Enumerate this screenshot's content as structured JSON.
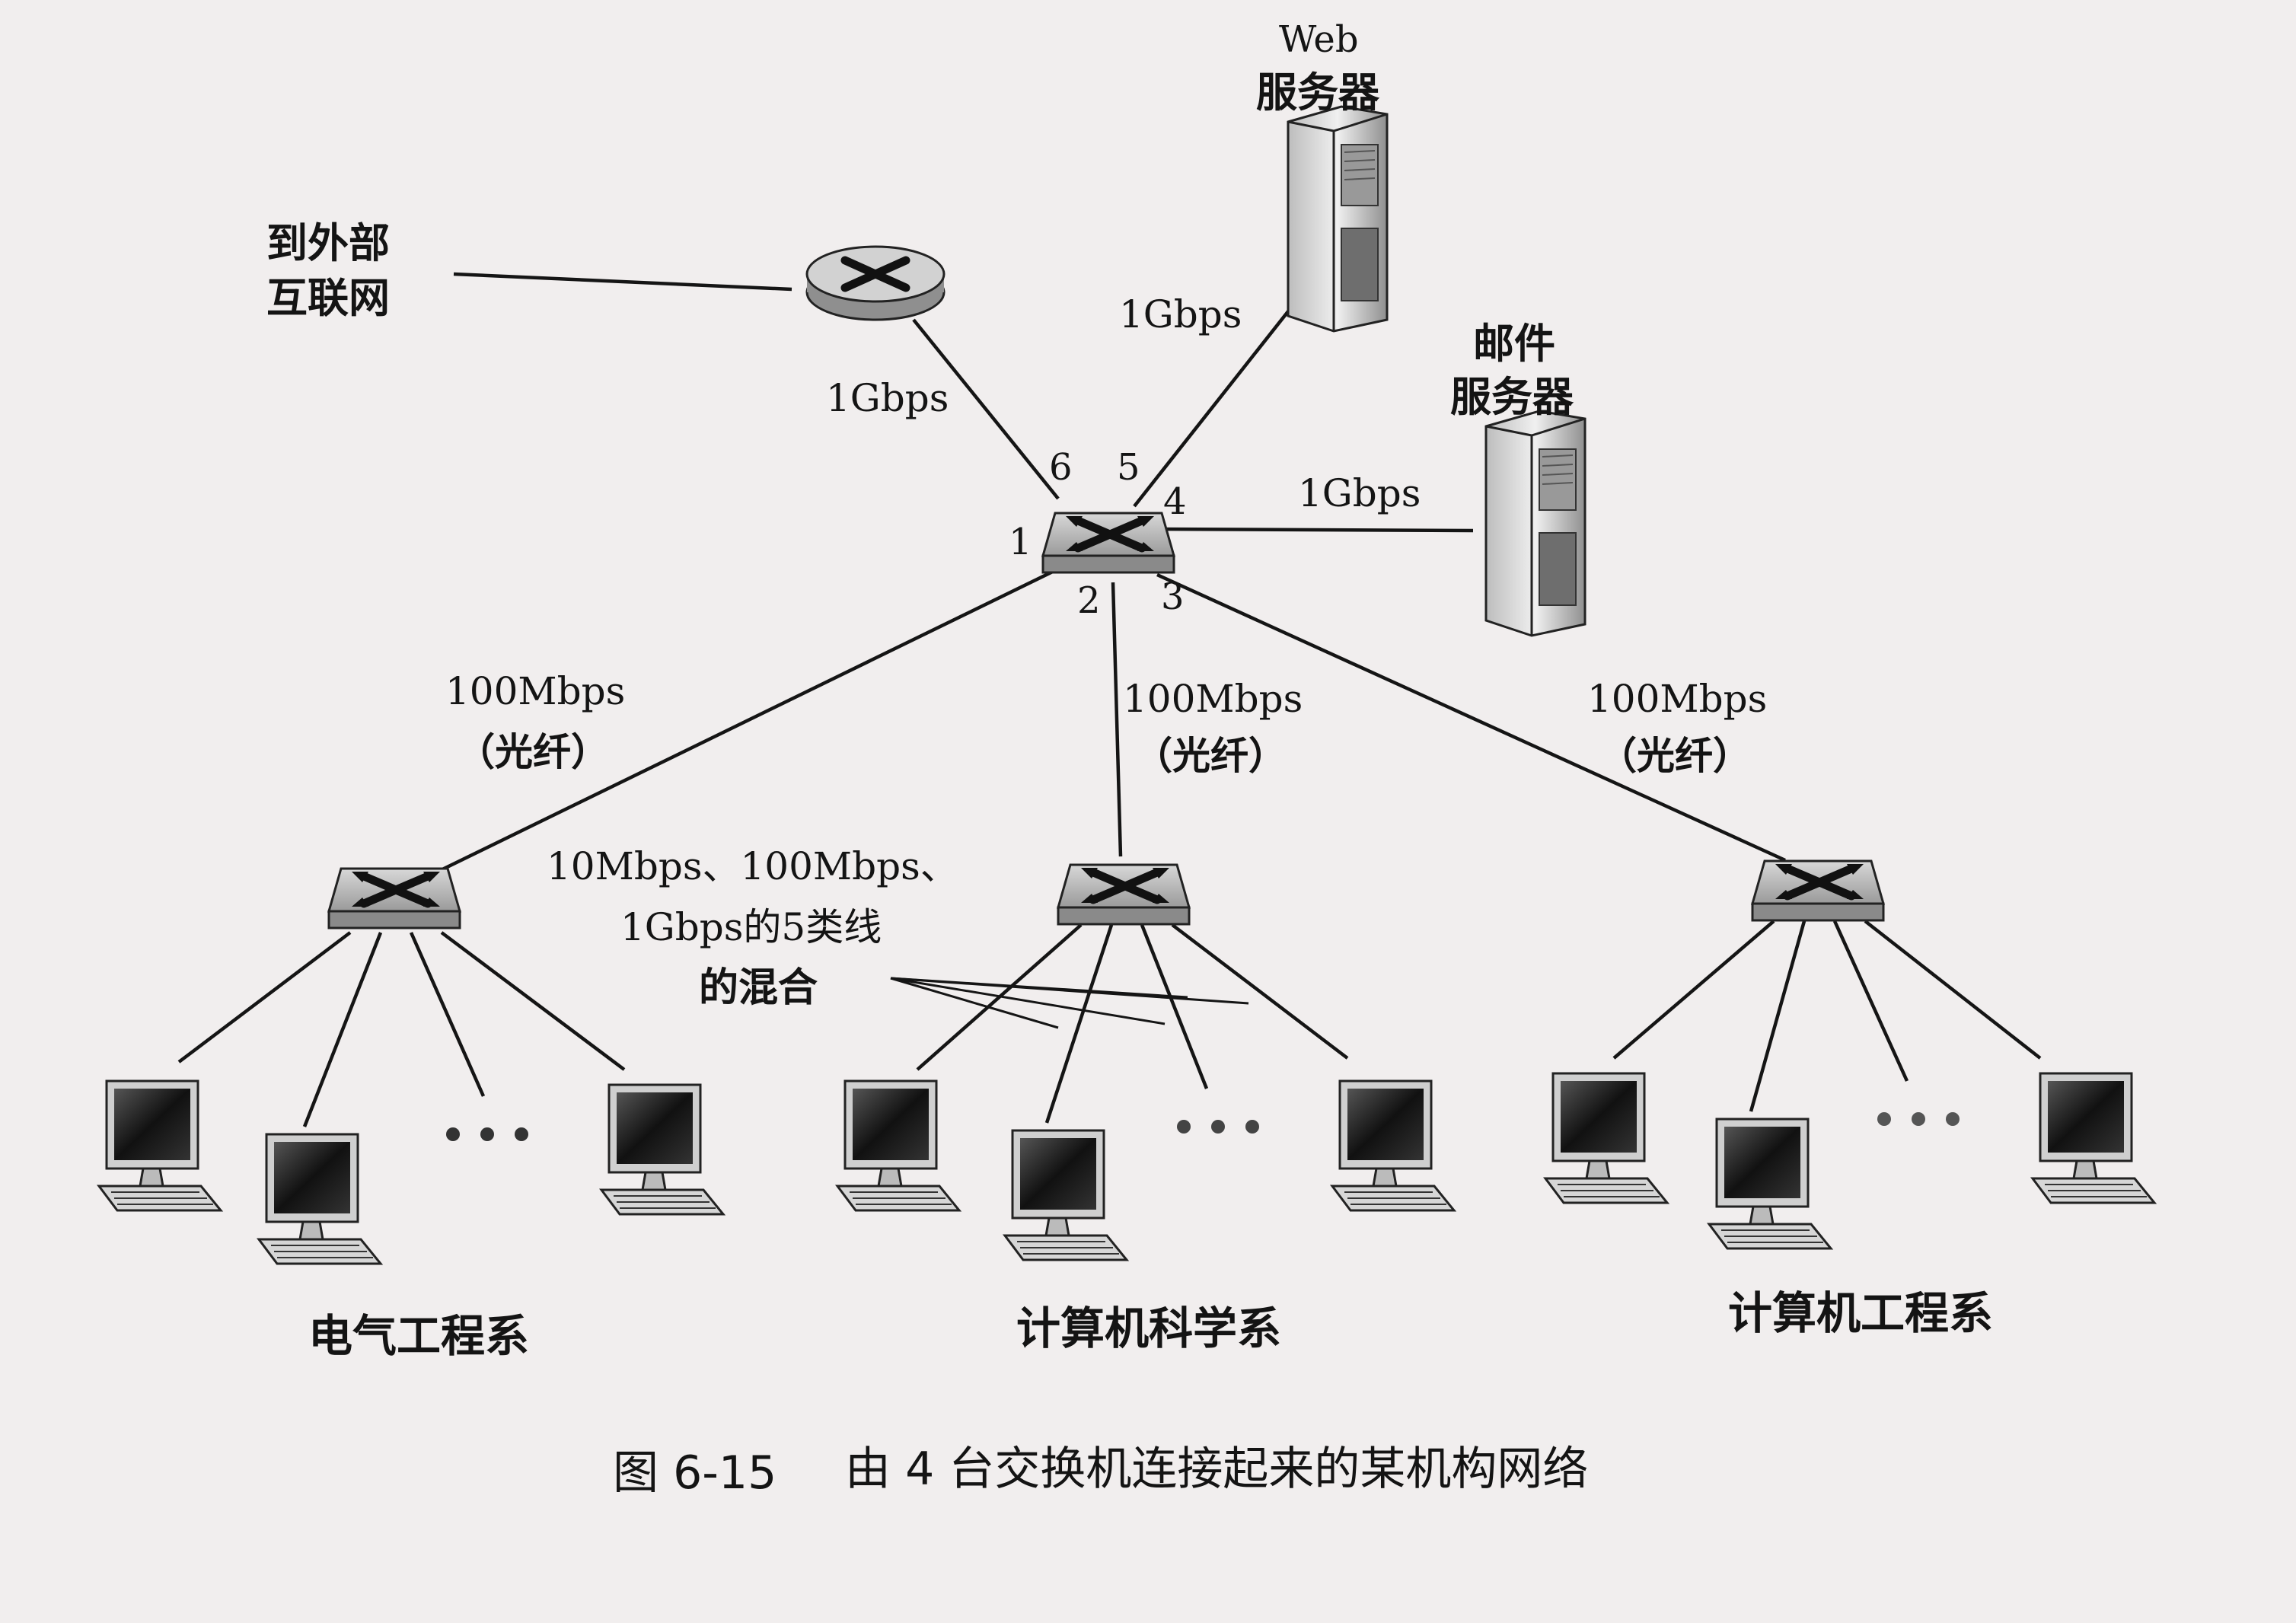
{
  "router": {
    "label_line1": "到外部",
    "label_line2": "互联网"
  },
  "web_server": {
    "label_line1": "Web",
    "label_line2": "服务器",
    "link_speed": "1Gbps"
  },
  "mail_server": {
    "label_line1": "邮件",
    "label_line2": "服务器",
    "link_speed": "1Gbps"
  },
  "router_link_speed": "1Gbps",
  "core_switch": {
    "ports": [
      "1",
      "2",
      "3",
      "4",
      "5",
      "6"
    ]
  },
  "uplinks": [
    {
      "speed": "100Mbps",
      "medium": "（光纤）"
    },
    {
      "speed": "100Mbps",
      "medium": "（光纤）"
    },
    {
      "speed": "100Mbps",
      "medium": "（光纤）"
    }
  ],
  "cabling_note": {
    "line1": "10Mbps、100Mbps、",
    "line2": "1Gbps的5类线",
    "line3": "的混合"
  },
  "departments": [
    {
      "name": "电气工程系"
    },
    {
      "name": "计算机科学系"
    },
    {
      "name": "计算机工程系"
    }
  ],
  "caption": {
    "figure_no": "图 6-15",
    "text": "由 4 台交换机连接起来的某机构网络"
  }
}
